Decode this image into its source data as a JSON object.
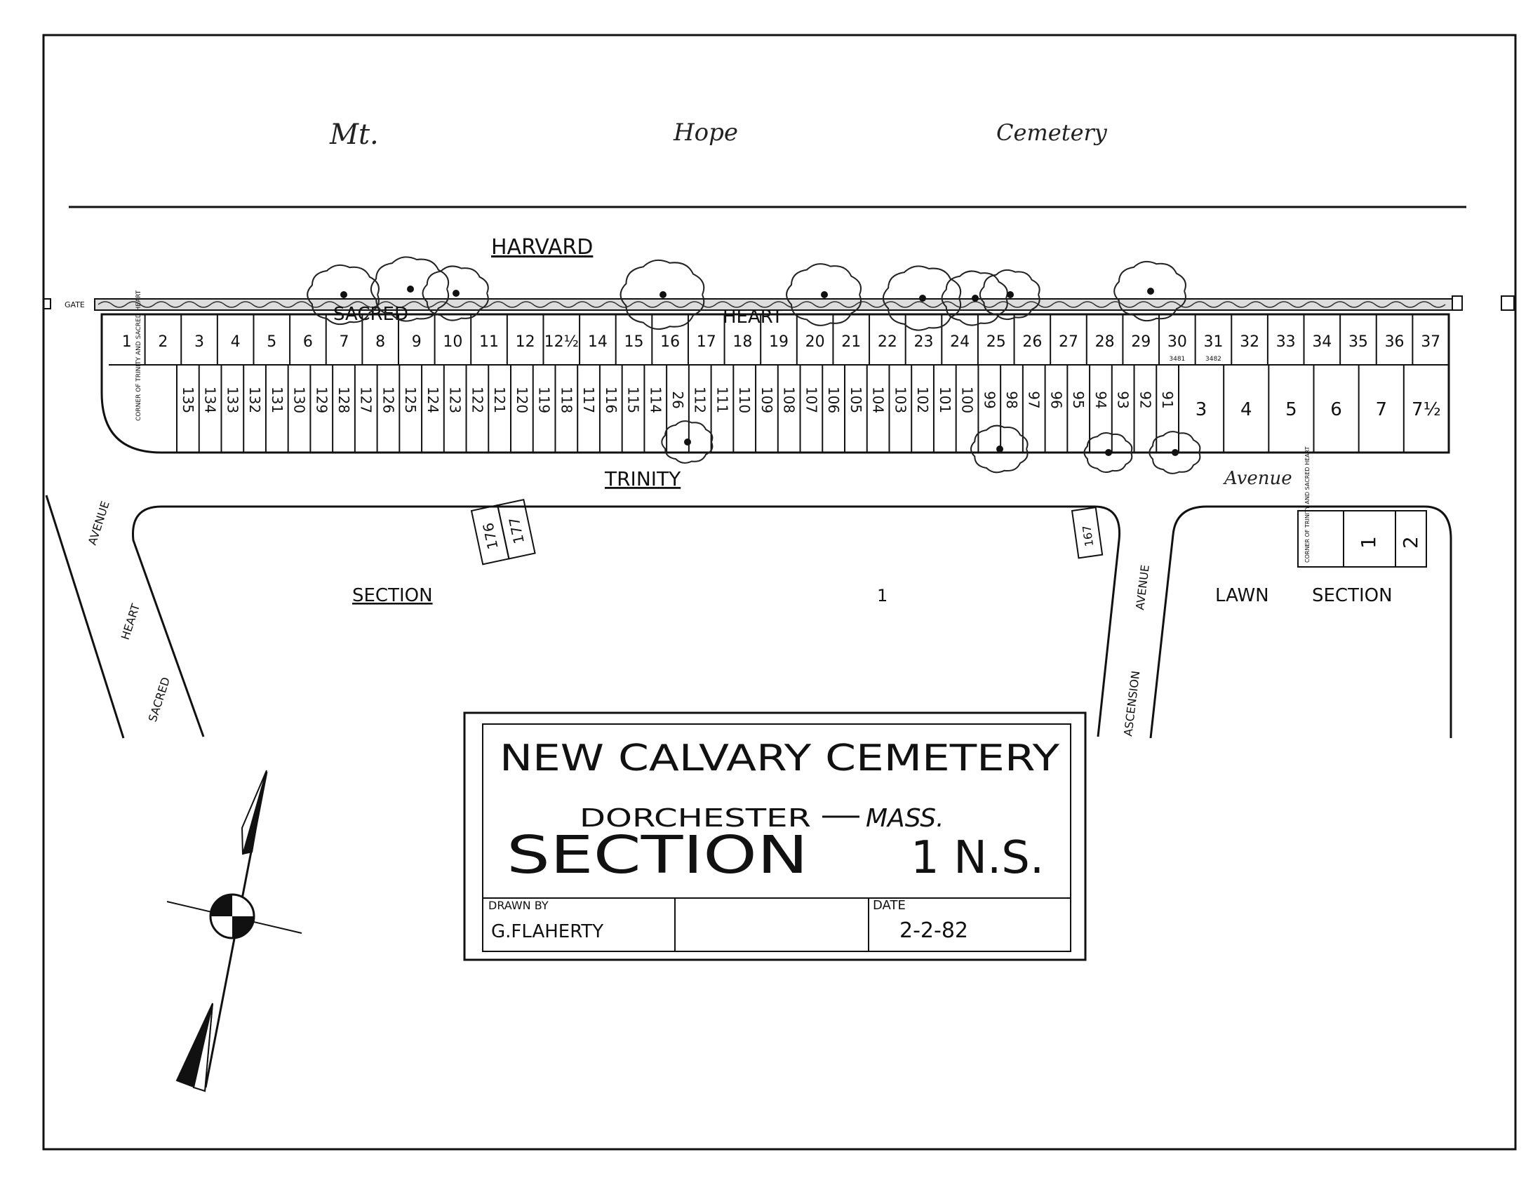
{
  "cemetery_north": {
    "words": [
      "Mt.",
      "Hope",
      "Cemetery"
    ]
  },
  "roads": {
    "harvard": "HARVARD",
    "sacred_on_hedge": "SACRED",
    "heart_on_hedge": "HEART",
    "trinity": "TRINITY",
    "trinity_avenue": "Avenue",
    "sacred_heart_avenue": [
      "SACRED",
      "HEART",
      "AVENUE"
    ],
    "ascension_avenue": [
      "ASCENSION",
      "AVENUE"
    ],
    "gate": "GATE"
  },
  "sections": {
    "section_word": "SECTION",
    "section_number": "1",
    "lawn_section": [
      "LAWN",
      "SECTION"
    ],
    "lawn_lots": [
      "1",
      "2"
    ],
    "lawn_corner_note": "CORNER OF TRINITY AND SACRED HEART"
  },
  "lots": {
    "top_row": [
      "1",
      "2",
      "3",
      "4",
      "5",
      "6",
      "7",
      "8",
      "9",
      "10",
      "11",
      "12",
      "12½",
      "14",
      "15",
      "16",
      "17",
      "18",
      "19",
      "20",
      "21",
      "22",
      "23",
      "24",
      "25",
      "26",
      "27",
      "28",
      "29",
      "30",
      "31",
      "32",
      "33",
      "34",
      "35",
      "36",
      "37"
    ],
    "top_row_sub": {
      "30": "3481",
      "31": "3482"
    },
    "bottom_row_rotated": [
      "135",
      "134",
      "133",
      "132",
      "131",
      "130",
      "129",
      "128",
      "127",
      "126",
      "125",
      "124",
      "123",
      "122",
      "121",
      "120",
      "119",
      "118",
      "117",
      "116",
      "115",
      "114",
      "26",
      "112",
      "111",
      "110",
      "109",
      "108",
      "107",
      "106",
      "105",
      "104",
      "103",
      "102",
      "101",
      "100",
      "99",
      "98",
      "97",
      "96",
      "95",
      "94",
      "93",
      "92",
      "91"
    ],
    "bottom_row_upright": [
      "3",
      "4",
      "5",
      "6",
      "7",
      "7½"
    ],
    "corner_note": "CORNER OF TRINITY AND SACRED HEART",
    "isolated_lots": [
      "176",
      "177",
      "167"
    ]
  },
  "title_block": {
    "title": "NEW CALVARY CEMETERY",
    "place": "DORCHESTER",
    "state": "MASS.",
    "section": "SECTION",
    "section_id": "1 N.S.",
    "drawn_by_label": "DRAWN BY",
    "drawn_by": "G.FLAHERTY",
    "date_label": "DATE",
    "date": "2-2-82"
  }
}
